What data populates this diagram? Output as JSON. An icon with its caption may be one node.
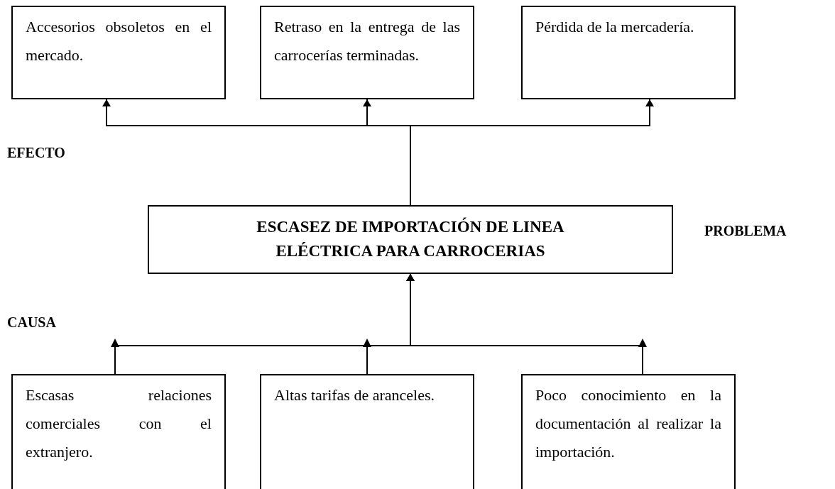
{
  "diagram": {
    "nodes": [
      {
        "text": [
          "Accesorios obsoletos en el mercado."
        ]
      },
      {
        "text": [
          "Retraso en la entrega de las carrocerías terminadas."
        ]
      },
      {
        "text": [
          "Pérdida de la mercadería."
        ]
      },
      {
        "text": [
          "ESCASEZ DE IMPORTACIÓN DE LINEA ELÉCTRICA PARA CARROCERIAS"
        ]
      },
      {
        "text": [
          "Escasas relaciones comerciales con el extranjero."
        ]
      },
      {
        "text": [
          "Altas tarifas de aranceles."
        ]
      },
      {
        "text": [
          "Poco conocimiento en la documentación al realizar la importación."
        ]
      }
    ],
    "edges": [
      {
        "from": 3,
        "to": 0,
        "arrow": "to"
      },
      {
        "from": 3,
        "to": 1,
        "arrow": "to"
      },
      {
        "from": 3,
        "to": 2,
        "arrow": "to"
      },
      {
        "from": 4,
        "to": 3,
        "arrow": "to"
      },
      {
        "from": 5,
        "to": 3,
        "arrow": "to"
      },
      {
        "from": 6,
        "to": 3,
        "arrow": "to"
      }
    ],
    "labels": [
      "EFECTO",
      "PROBLEMA",
      "CAUSA"
    ]
  }
}
